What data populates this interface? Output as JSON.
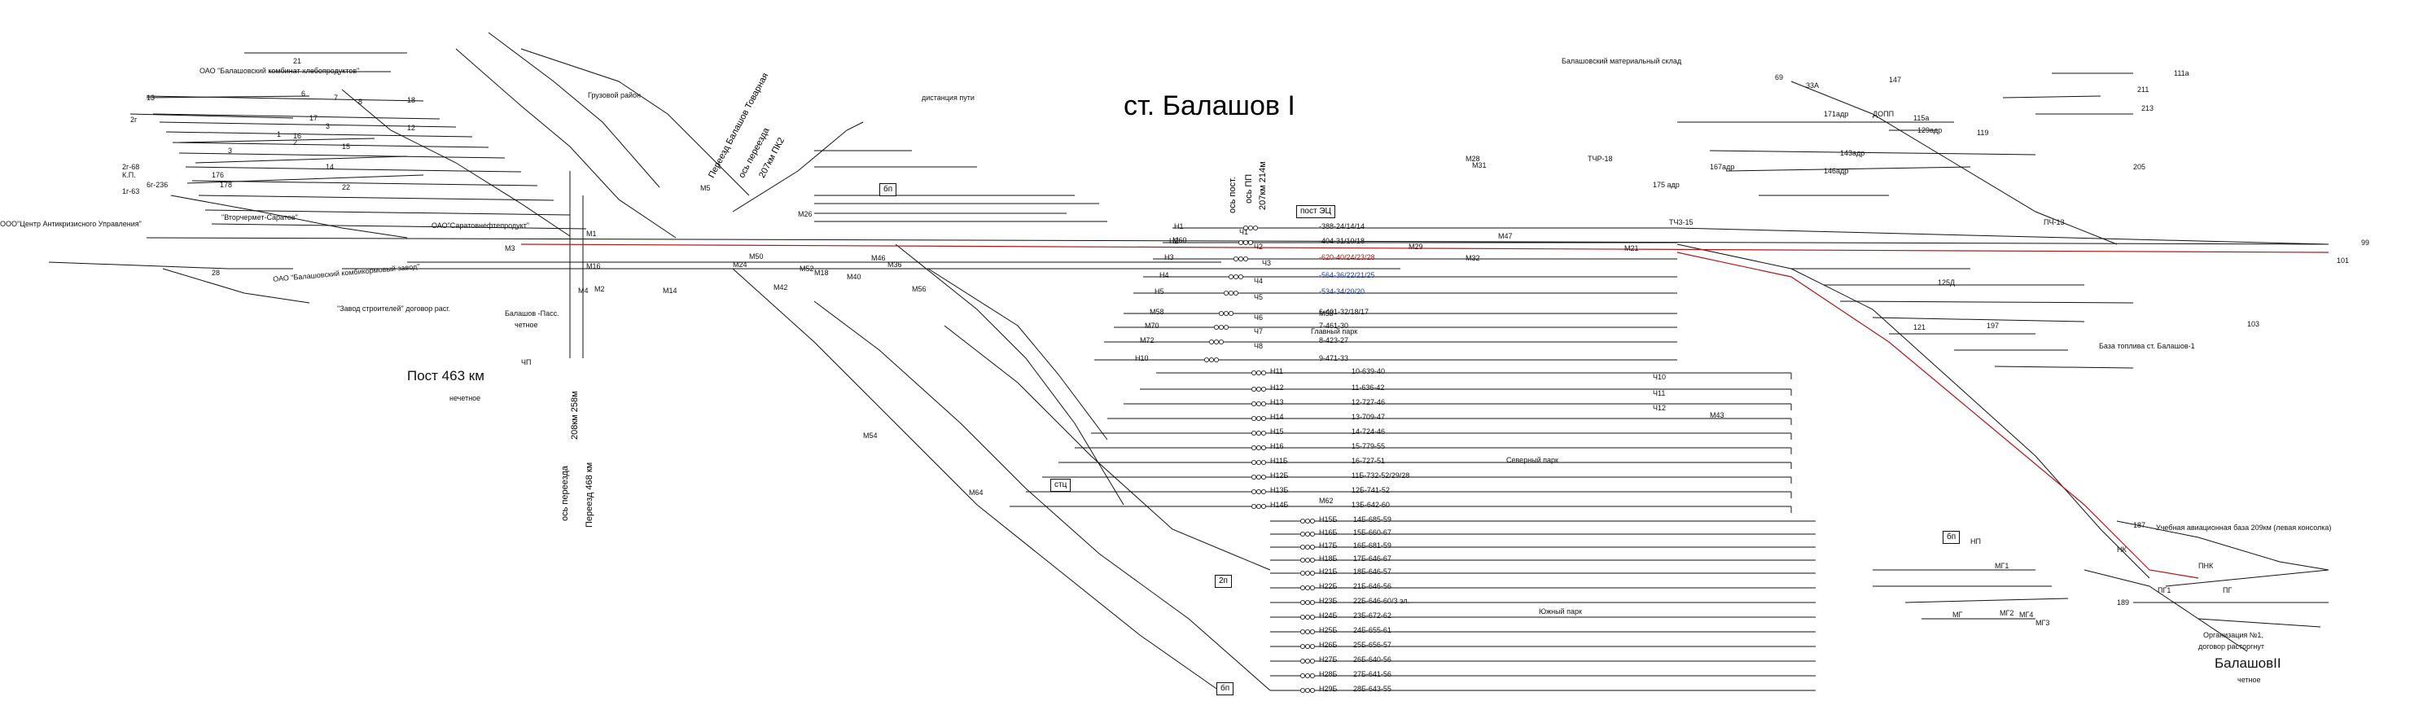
{
  "station_title": "ст. Балашов I",
  "post_title": "Пост 463 км",
  "post_direction": "нечетное",
  "balashov2_title": "БалашовII",
  "balashov2_direction": "четное",
  "passenger_label": "Балашов -Пасс.",
  "passenger_dir": "четное",
  "areas": {
    "cargo": "Грузовой район",
    "severny": "Северный парк",
    "yuzhny": "Южный парк",
    "glavny": "Главный парк",
    "distance": "дистанция пути"
  },
  "enterprises": [
    "ОАО \"Балашовский комбинат хлебопродуктов\"",
    "ООО\"Центр Антикризисного Управления\"",
    "ОАО \"Балашовский комбикормовый завод\"",
    "\"Вторчермет-Саратов\"",
    "ОАО\"Саратовнефтепродукт\"",
    "\"Завод строителей\" договор расг.",
    "Балашовский материальный склад",
    "База топлива ст. Балашов-1",
    "Учебная авиационная база 209км (левая консолка)",
    "Организация №1,",
    "договор расторгнут"
  ],
  "vertical_labels": [
    "Переезд Балашов Товарная",
    "ось переезда",
    "207км ПК2",
    "ось пост.",
    "ось ПП",
    "ось переезда",
    "208км 258м",
    "Переезд 468 км",
    "207км 214м"
  ],
  "boxes": [
    "пост ЭЦ",
    "стц",
    "бп",
    "2п",
    "бп",
    "бп"
  ],
  "tracks_left": [
    "13",
    "2г",
    "2г-68",
    "К.П.",
    "6г-236",
    "1г-63",
    "176",
    "178",
    "21",
    "18",
    "12",
    "17",
    "3",
    "16",
    "15",
    "14",
    "22",
    "28",
    "1",
    "2",
    "3",
    "6",
    "7",
    "8"
  ],
  "tracks_main": [
    {
      "name": "Н1",
      "spec": "-388-24/14/14"
    },
    {
      "name": "Н2",
      "spec": "-404-31/10/18"
    },
    {
      "name": "Н3",
      "spec": "-620-40/24/23/28"
    },
    {
      "name": "Н4",
      "spec": "-564-36/22/21/25"
    },
    {
      "name": "Н5",
      "spec": "-534-34/20/20"
    },
    {
      "name": "М58",
      "spec": "6-401-32/18/17"
    },
    {
      "name": "М70",
      "spec": "7-461-30"
    },
    {
      "name": "М72",
      "spec": "8-423-27"
    },
    {
      "name": "Н10",
      "spec": "9-471-33"
    }
  ],
  "tracks_severny": [
    {
      "name": "Н11",
      "spec": "10-639-40"
    },
    {
      "name": "Н12",
      "spec": "11-636-42"
    },
    {
      "name": "Н13",
      "spec": "12-727-46"
    },
    {
      "name": "Н14",
      "spec": "13-709-47"
    },
    {
      "name": "Н15",
      "spec": "14-724-46"
    },
    {
      "name": "Н16",
      "spec": "15-779-55"
    },
    {
      "name": "Н11Б",
      "spec": "16-727-51"
    },
    {
      "name": "Н12Б",
      "spec": "11Б-732-52/29/28"
    },
    {
      "name": "Н13Б",
      "spec": "12Б-741-52"
    },
    {
      "name": "Н14Б",
      "spec": "13Б-642-60"
    }
  ],
  "tracks_yuzhny": [
    {
      "name": "Н15Б",
      "spec": "14Б-685-59"
    },
    {
      "name": "Н16Б",
      "spec": "15Б-660-67"
    },
    {
      "name": "Н17Б",
      "spec": "16Б-681-59"
    },
    {
      "name": "Н18Б",
      "spec": "17Б-646-67"
    },
    {
      "name": "Н21Б",
      "spec": "18Б-646-57"
    },
    {
      "name": "Н22Б",
      "spec": "21Б-646-56"
    },
    {
      "name": "Н23Б",
      "spec": "22Б-646-60/3 эл."
    },
    {
      "name": "Н24Б",
      "spec": "23Б-672-62"
    },
    {
      "name": "Н25Б",
      "spec": "24Б-655-61"
    },
    {
      "name": "Н26Б",
      "spec": "25Б-656-57"
    },
    {
      "name": "Н27Б",
      "spec": "26Б-640-56"
    },
    {
      "name": "Н28Б",
      "spec": "27Б-641-56"
    },
    {
      "name": "Н29Б",
      "spec": "28Б-643-55"
    }
  ],
  "right_labels": [
    "ПЧ-13",
    "ТЧ3-15",
    "ТЧР-18",
    "ДОПП",
    "129адр",
    "146адр",
    "143адр",
    "171адр",
    "167адр",
    "175 адр",
    "99",
    "101",
    "103",
    "205",
    "211",
    "213",
    "111а",
    "115а",
    "119",
    "33А",
    "69",
    "147",
    "125Д",
    "121",
    "187",
    "189",
    "197",
    "ПГ",
    "ПГ1",
    "НК",
    "ПНК"
  ],
  "signals": [
    "М1",
    "М2",
    "М3",
    "М4",
    "М5",
    "М14",
    "М16",
    "М18",
    "М21",
    "М24",
    "М26",
    "М28",
    "М29",
    "М31",
    "М32",
    "М36",
    "М40",
    "М42",
    "М43",
    "М46",
    "М47",
    "М50",
    "М52",
    "М54",
    "М56",
    "М58",
    "М60",
    "М62",
    "М64",
    "Ч1",
    "Ч2",
    "Ч3",
    "Ч4",
    "Ч5",
    "Ч6",
    "Ч7",
    "Ч8",
    "Ч10",
    "Ч11",
    "Ч12",
    "ЧП",
    "НП",
    "МГ",
    "МГ1",
    "МГ2",
    "МГ3",
    "МГ4"
  ],
  "colors": {
    "line": "#111111",
    "main_route": "#b01818",
    "accent_blue": "#1b3fa0",
    "background": "#ffffff"
  }
}
